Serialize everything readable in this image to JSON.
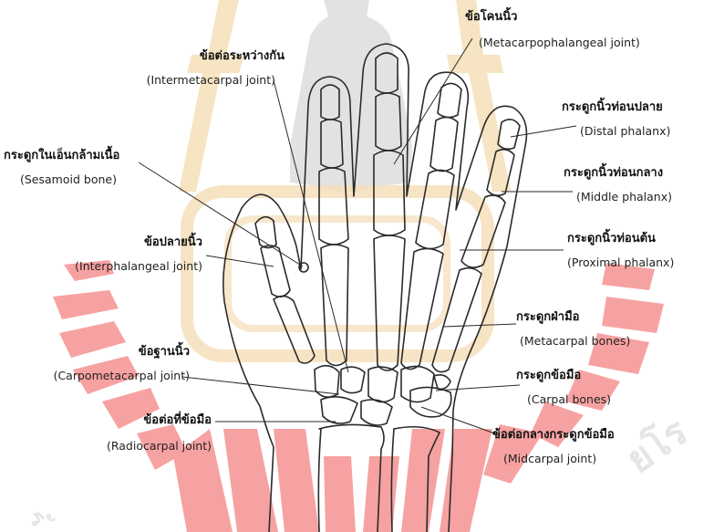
{
  "labels": {
    "metacarpophalangeal": {
      "thai": "ข้อโคนนิ้ว",
      "english": "(Metacarpophalangeal joint)"
    },
    "intermetacarpal": {
      "thai": "ข้อต่อระหว่างกัน",
      "english": "(Intermetacarpal joint)"
    },
    "distal_phalanx": {
      "thai": "กระดูกนิ้วท่อนปลาย",
      "english": "(Distal phalanx)"
    },
    "sesamoid": {
      "thai": "กระดูกในเอ็นกล้ามเนื้อ",
      "english": "(Sesamoid bone)"
    },
    "middle_phalanx": {
      "thai": "กระดูกนิ้วท่อนกลาง",
      "english": "(Middle phalanx)"
    },
    "proximal_phalanx": {
      "thai": "กระดูกนิ้วท่อนต้น",
      "english": "(Proximal phalanx)"
    },
    "interphalangeal": {
      "thai": "ข้อปลายนิ้ว",
      "english": "(Interphalangeal joint)"
    },
    "metacarpal": {
      "thai": "กระดูกฝ่ามือ",
      "english": "(Metacarpal bones)"
    },
    "carpometacarpal": {
      "thai": "ข้อฐานนิ้ว",
      "english": "(Carpometacarpal joint)"
    },
    "carpal": {
      "thai": "กระดูกข้อมือ",
      "english": "(Carpal bones)"
    },
    "radiocarpal": {
      "thai": "ข้อต่อที่ข้อมือ",
      "english": "(Radiocarpal joint)"
    },
    "midcarpal": {
      "thai": "ข้อต่อกลางกระดูกข้อมือ",
      "english": "(Midcarpal joint)"
    }
  },
  "colors": {
    "outline": "#2a2a2a",
    "watermark_red": "#e8202a",
    "watermark_gold": "#e7b24a",
    "watermark_gray": "#c9c9c9"
  }
}
